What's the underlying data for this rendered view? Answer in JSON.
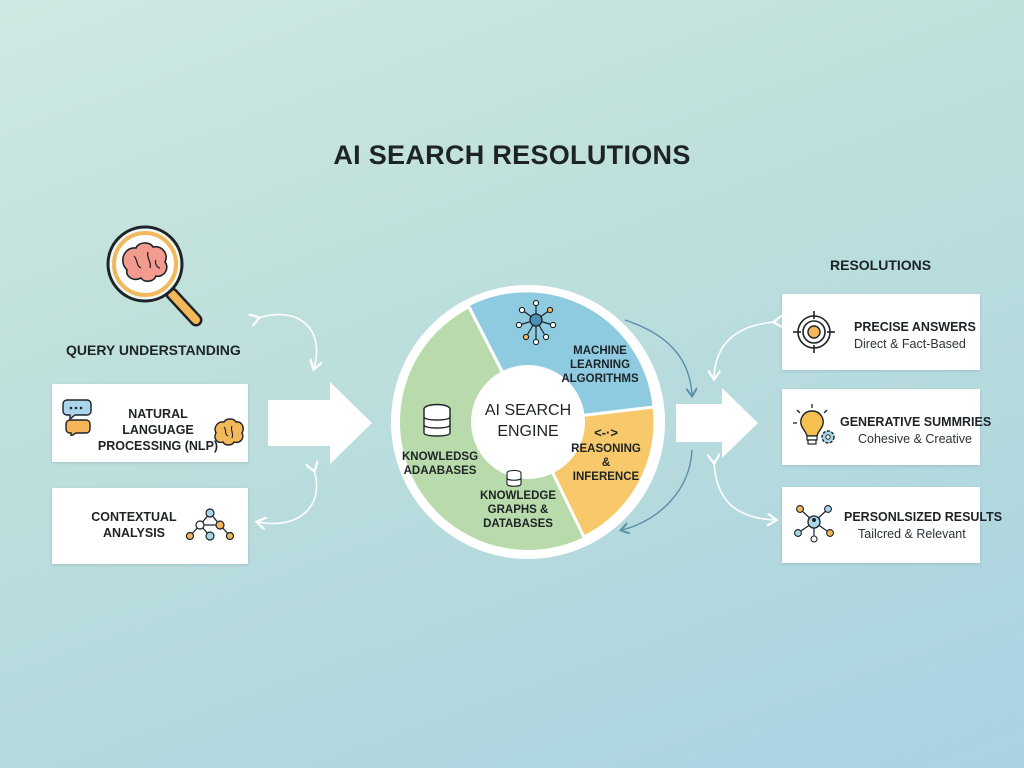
{
  "title": "AI SEARCH RESOLUTIONS",
  "query_section": {
    "label": "QUERY UNDERSTANDING",
    "cards": [
      {
        "line1": "NATURAL LANGUAGE",
        "line2": "PROCESSING (NLP)"
      },
      {
        "line1": "CONTEXTUAL",
        "line2": "ANALYSIS"
      }
    ]
  },
  "engine": {
    "center_line1": "AI SEARCH",
    "center_line2": "ENGINE",
    "segments": [
      {
        "lines": [
          "MACHINE",
          "LEARNING",
          "ALGORITHMS"
        ],
        "color": "#8ecbe0"
      },
      {
        "lines": [
          "REASONING",
          "& INFERENCE"
        ],
        "glyph": "<-·>",
        "color": "#f7c96a"
      },
      {
        "lines": [
          "KNOWLEDGE",
          "GRAPHS &",
          "DATABASES"
        ],
        "color": "#b9dbab"
      },
      {
        "lines": [
          "KNOWLEDSG",
          "ADAABASES"
        ],
        "color": "#b9dbab"
      }
    ]
  },
  "resolutions": {
    "label": "RESOLUTIONS",
    "cards": [
      {
        "title": "PRECISE ANSWERS",
        "subtitle": "Direct & Fact-Based"
      },
      {
        "title": "GENERATIVE SUMMRIES",
        "subtitle": "Cohesive & Creative"
      },
      {
        "title": "PERSONLSIZED RESULTS",
        "subtitle": "Tailcred & Relevant"
      }
    ]
  },
  "icons": {
    "magnifier": "brain-magnifier-icon",
    "chat": "chat-bubbles-icon",
    "brain": "brain-icon",
    "network": "network-icon",
    "database": "database-icon",
    "target": "target-icon",
    "bulb": "lightbulb-gear-icon",
    "personal": "personalized-network-icon"
  },
  "colors": {
    "ml_segment": "#8ecbe0",
    "reasoning_segment": "#f7c96a",
    "knowledge_segment": "#b9dbab",
    "accent_orange": "#f2a93b",
    "accent_blue": "#4a8fb5"
  }
}
